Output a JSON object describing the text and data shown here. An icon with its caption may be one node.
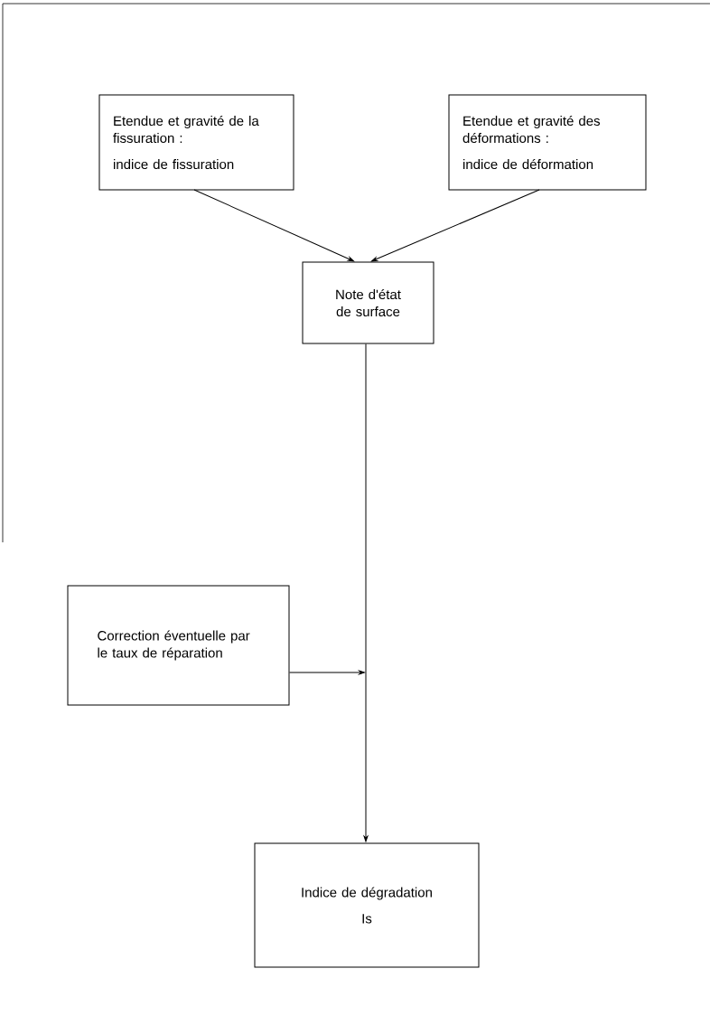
{
  "diagram": {
    "nodes": [
      {
        "text": [
          "Etendue et gravité de la fissuration :",
          "indice de fissuration"
        ]
      },
      {
        "text": [
          "Etendue et gravité des déformations :",
          "indice de déformation"
        ]
      },
      {
        "text": [
          "Note d'état de surface"
        ]
      },
      {
        "text": [
          "Correction éventuelle par le taux de réparation"
        ]
      },
      {
        "text": [
          "Indice de dégradation",
          "Is"
        ]
      }
    ],
    "edges": [
      {
        "from": 0,
        "to": 2,
        "arrow": "to"
      },
      {
        "from": 1,
        "to": 2,
        "arrow": "to"
      },
      {
        "from": 2,
        "to": 4,
        "arrow": "to"
      },
      {
        "from": 3,
        "to": null,
        "arrow": "to"
      }
    ]
  }
}
